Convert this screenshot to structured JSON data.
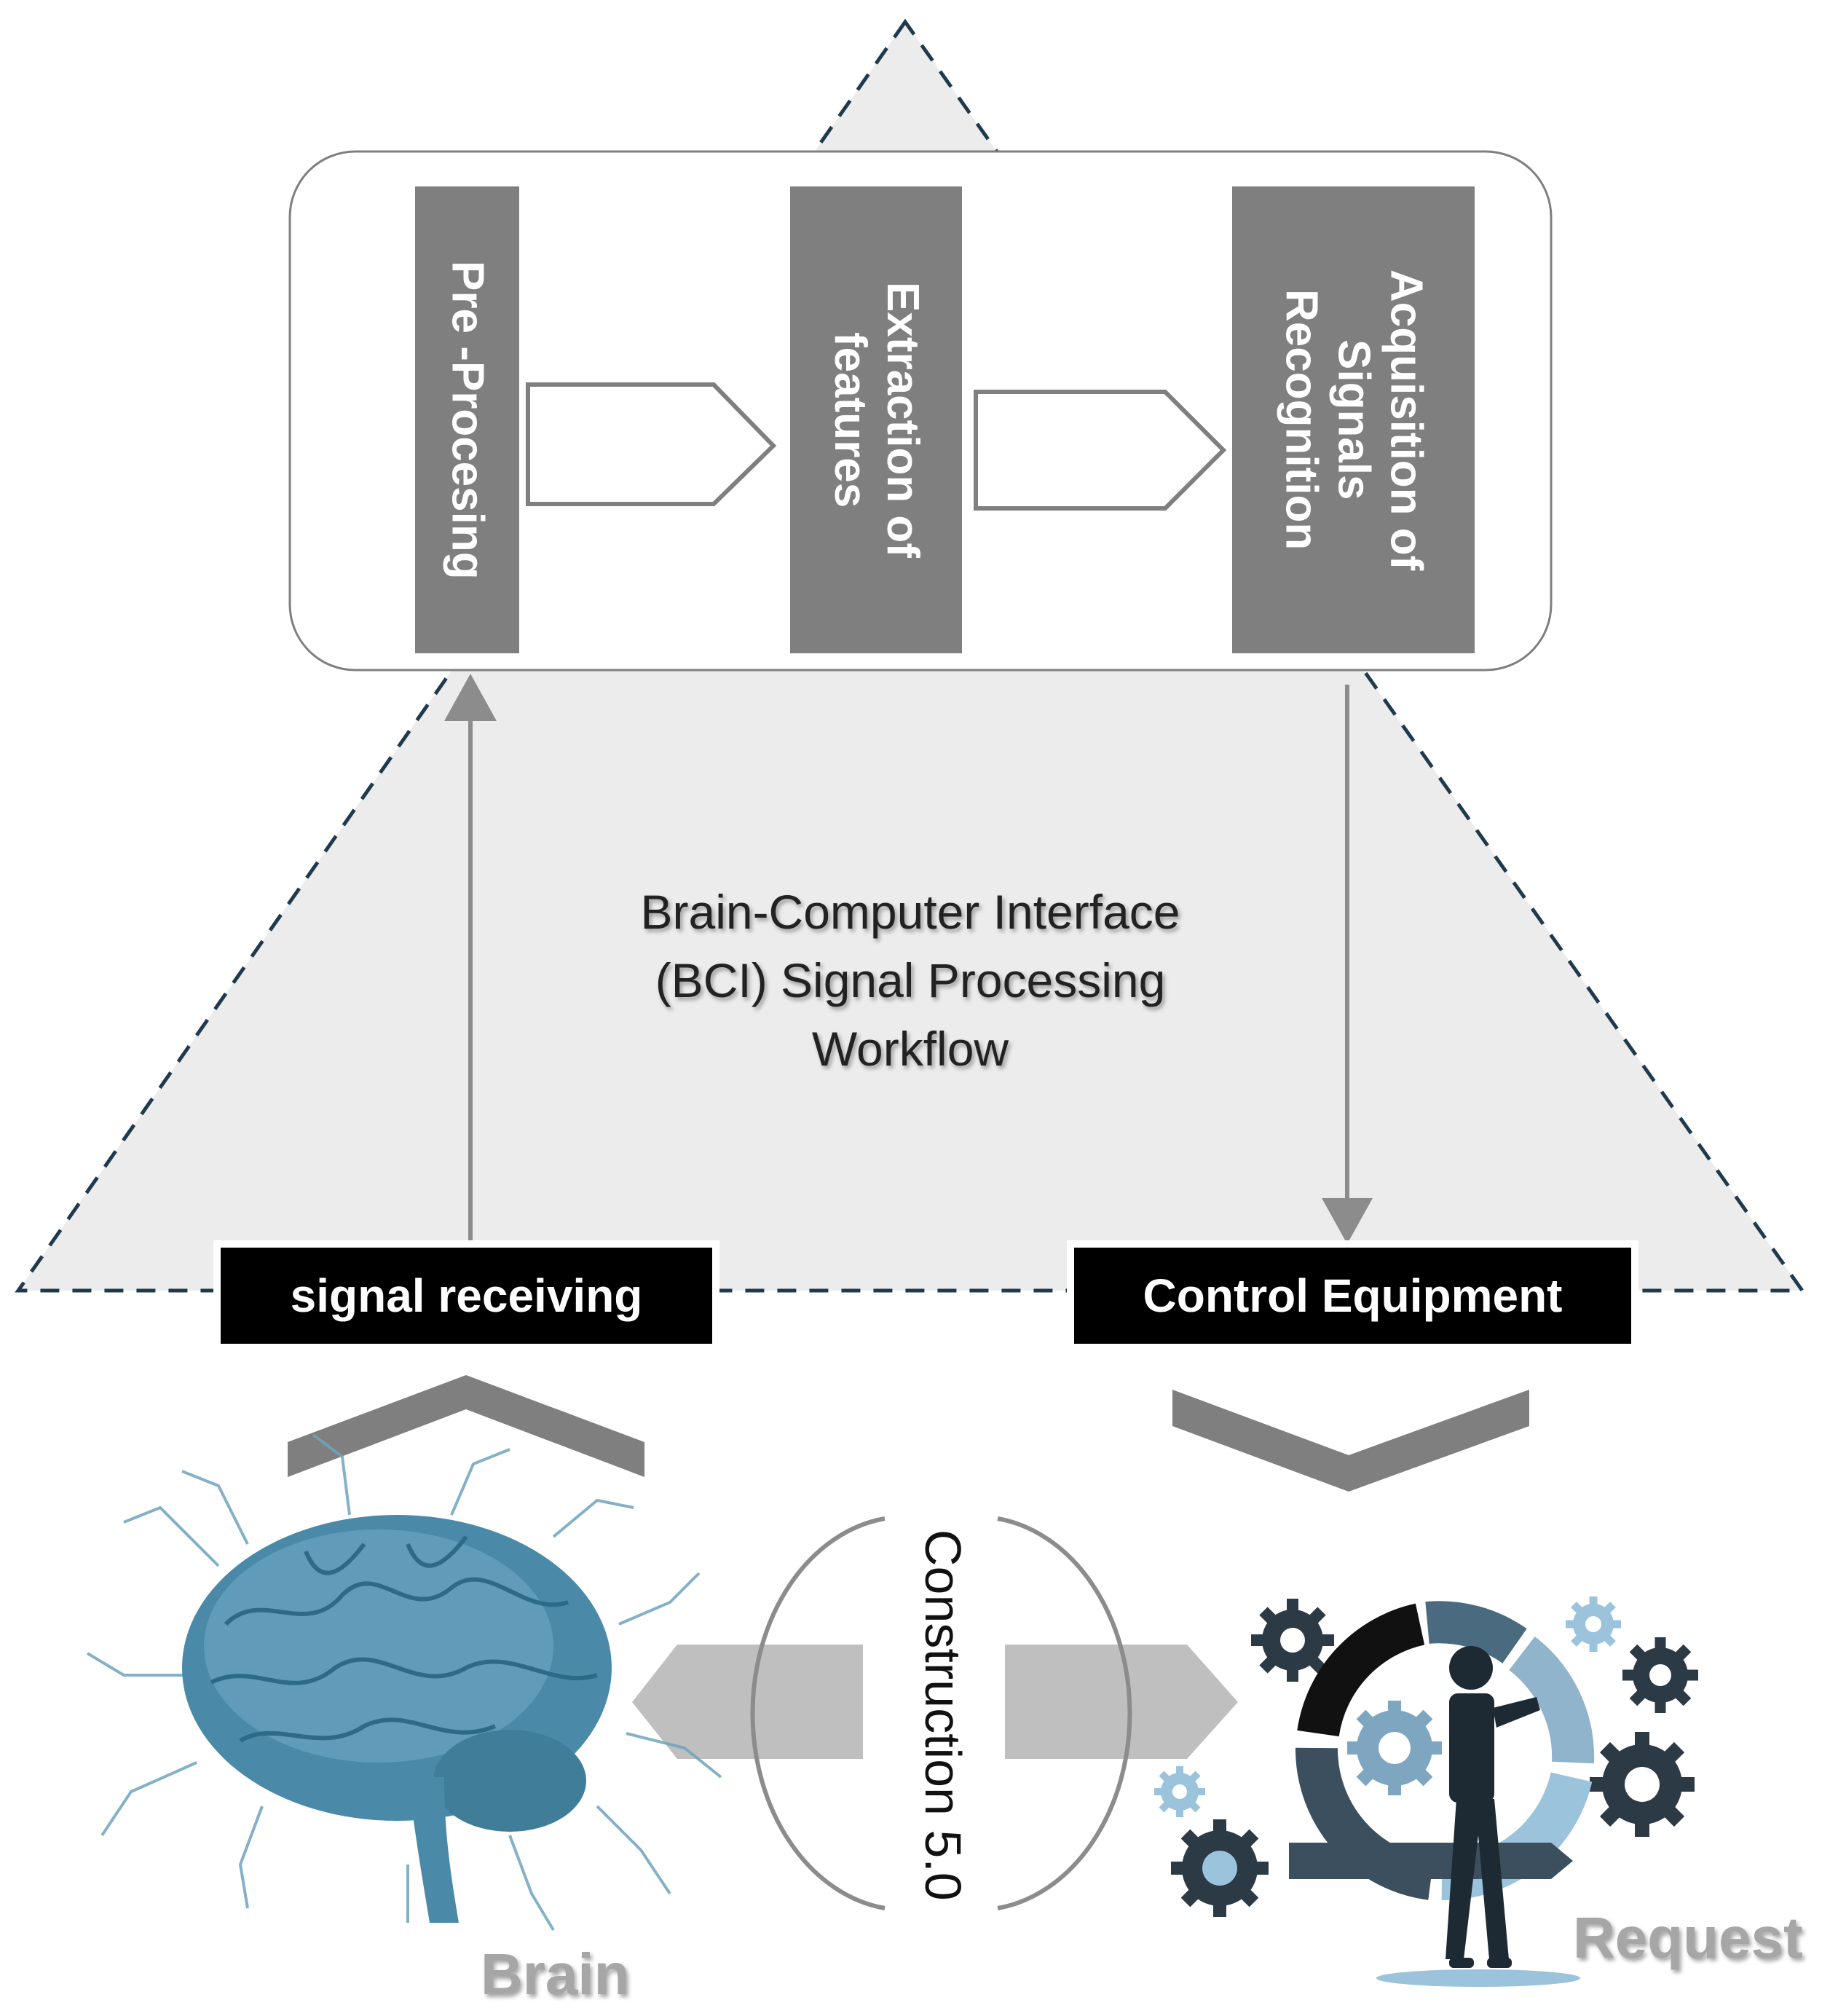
{
  "diagram": {
    "title_lines": [
      "Brain-Computer Interface",
      "(BCI) Signal Processing",
      "Workflow"
    ],
    "stages": [
      {
        "lines": "Pre -Procesing"
      },
      {
        "lines": "Extraction of\nfeatures"
      },
      {
        "lines": "Acquisition of\nSignals\nRecognition"
      }
    ],
    "left_box_label": "signal receiving",
    "right_box_label": "Control Equipment",
    "center_label": "Construction 5.0",
    "brain_caption": "Brain",
    "request_caption": "Request",
    "colors": {
      "triangle_fill": "#ececec",
      "triangle_border": "#1f3a4d",
      "stage_fill": "#7f7f7f",
      "arrow_gray": "#8c8c8c",
      "label_bg": "#000000",
      "brain_blue": "#4a8aa8",
      "gear_dark": "#2b3a45",
      "gear_light": "#9cc3dc"
    }
  }
}
